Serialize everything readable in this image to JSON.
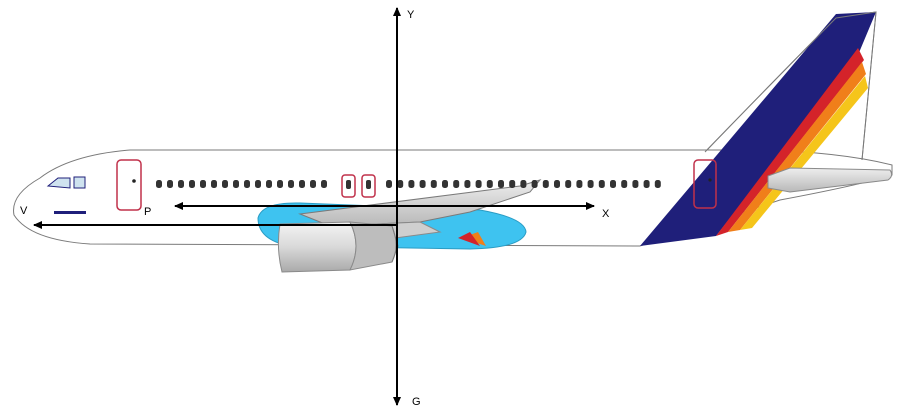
{
  "labels": {
    "y_axis": "Y",
    "x_axis": "X",
    "g_vector": "G",
    "p_vector": "P",
    "v_vector": "V"
  },
  "colors": {
    "fuselage": "#ffffff",
    "outline": "#7a7a7a",
    "tail_stripe_navy": "#1f1f7a",
    "tail_stripe_red": "#d4232a",
    "tail_stripe_orange": "#f07f1a",
    "tail_stripe_yellow": "#f5c51a",
    "belly_fairing": "#3ec3f0",
    "door_outline": "#c0304a",
    "window": "#333333",
    "arrow": "#000000"
  }
}
